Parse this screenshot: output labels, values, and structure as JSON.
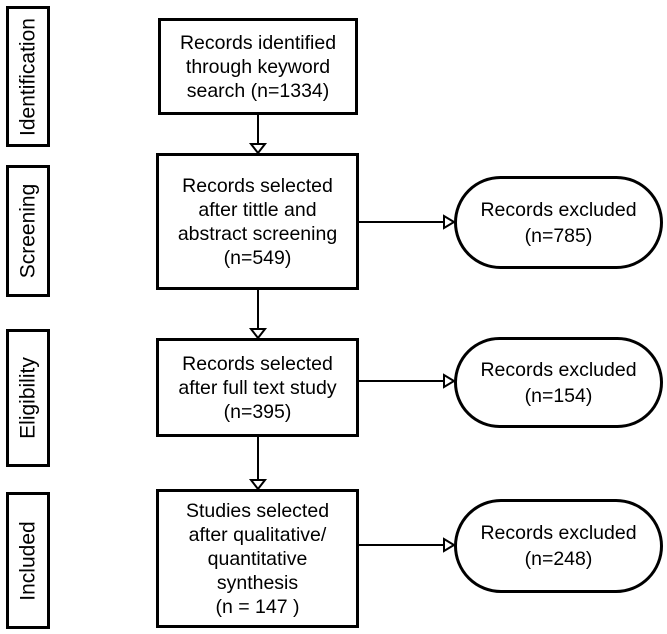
{
  "stages": {
    "identification": "Identification",
    "screening": "Screening",
    "eligibility": "Eligibility",
    "included": "Included"
  },
  "boxes": {
    "identified": [
      "Records identified",
      "through keyword",
      "search (n=1334)"
    ],
    "screened": [
      "Records selected",
      "after tittle and",
      "abstract screening",
      "(n=549)"
    ],
    "eligible": [
      "Records selected",
      "after full text study",
      "(n=395)"
    ],
    "included": [
      "Studies selected",
      "after qualitative/",
      "quantitative",
      "synthesis",
      "(n = 147 )"
    ]
  },
  "exclusions": {
    "screening": [
      "Records excluded",
      "(n=785)"
    ],
    "eligibility": [
      "Records excluded",
      "(n=154)"
    ],
    "included": [
      "Records excluded",
      "(n=248)"
    ]
  }
}
